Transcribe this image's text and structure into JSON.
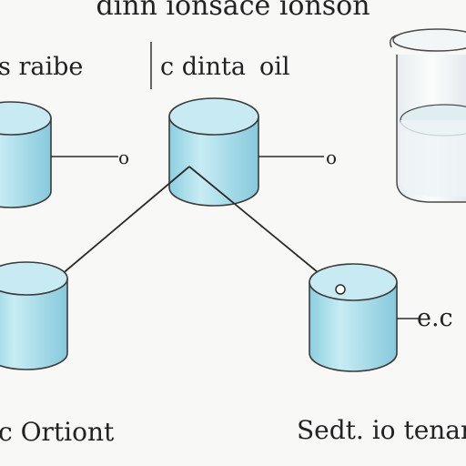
{
  "title": "dinn ionsace ionson",
  "headers": {
    "left": "s raibe",
    "center": "c dinta",
    "center_suffix": "oil"
  },
  "labels": {
    "box_label": "o",
    "circle_label": "o",
    "right_label": "e.c"
  },
  "bottom": {
    "left": "c Ortiont",
    "right": "Sedt. io tenan"
  },
  "colors": {
    "cylinder_fill": "#a9dbe8",
    "cylinder_top": "#c8eaf2",
    "cylinder_stroke": "#3b3b3b",
    "line": "#2b2b2b"
  },
  "icons": {
    "beaker": "beaker-icon"
  }
}
